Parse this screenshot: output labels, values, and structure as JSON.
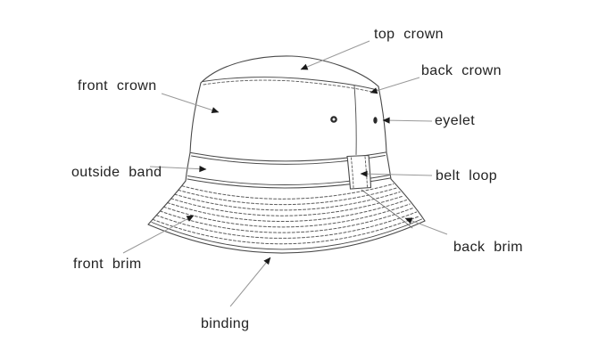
{
  "figure": {
    "subject": "bucket hat parts diagram",
    "background_color": "#ffffff",
    "outline_color": "#4a4a4a",
    "stitch_color": "#5a5a5a",
    "leader_line_color": "#999999",
    "arrow_color": "#1a1a1a",
    "label_color": "#222222"
  },
  "parts": [
    {
      "id": "top-crown",
      "label": "top crown"
    },
    {
      "id": "back-crown",
      "label": "back crown"
    },
    {
      "id": "front-crown",
      "label": "front crown"
    },
    {
      "id": "eyelet",
      "label": "eyelet"
    },
    {
      "id": "outside-band",
      "label": "outside band"
    },
    {
      "id": "belt-loop",
      "label": "belt loop"
    },
    {
      "id": "back-brim",
      "label": "back brim"
    },
    {
      "id": "front-brim",
      "label": "front brim"
    },
    {
      "id": "binding",
      "label": "binding"
    }
  ]
}
